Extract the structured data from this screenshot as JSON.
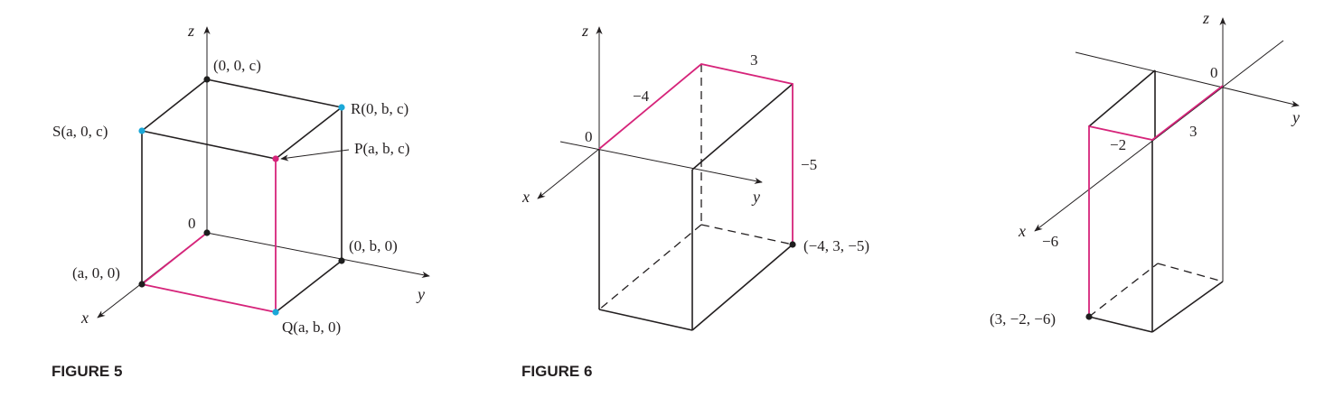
{
  "colors": {
    "ink": "#231f20",
    "magenta": "#d6247a",
    "cyan": "#1ba8d8",
    "point": "#1e1e1e"
  },
  "figure5": {
    "caption": "FIGURE 5",
    "axes": {
      "x": "x",
      "y": "y",
      "z": "z"
    },
    "origin_label": "0",
    "labels": {
      "top_origin": "(0, 0, c)",
      "R": "R(0, b, c)",
      "S": "S(a, 0, c)",
      "P": "P(a, b, c)",
      "y_point": "(0, b, 0)",
      "x_point": "(a, 0, 0)",
      "Q": "Q(a, b, 0)"
    }
  },
  "figure6": {
    "caption": "FIGURE 6",
    "left": {
      "axes": {
        "x": "x",
        "y": "y",
        "z": "z"
      },
      "origin_label": "0",
      "labels": {
        "x_len": "−4",
        "y_len": "3",
        "z_len": "−5",
        "point": "(−4, 3, −5)"
      }
    },
    "right": {
      "axes": {
        "x": "x",
        "y": "y",
        "z": "z"
      },
      "origin_label": "0",
      "labels": {
        "y_len": "3",
        "x_len": "−2",
        "z_len": "−6",
        "point": "(3, −2, −6)"
      }
    }
  }
}
